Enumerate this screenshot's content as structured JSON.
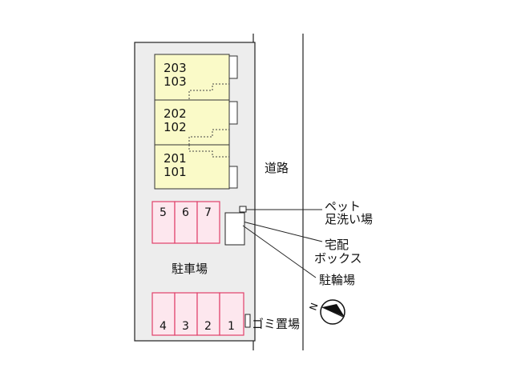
{
  "units": [
    {
      "upper": "203",
      "lower": "103"
    },
    {
      "upper": "202",
      "lower": "102"
    },
    {
      "upper": "201",
      "lower": "101"
    }
  ],
  "parking_top": [
    "5",
    "6",
    "7"
  ],
  "parking_bottom": [
    "4",
    "3",
    "2",
    "1"
  ],
  "labels": {
    "road": "道路",
    "pet_line1": "ペット",
    "pet_line2": "足洗い場",
    "box_line1": "宅配",
    "box_line2": "ボックス",
    "bicycle": "駐輪場",
    "parking": "駐車場",
    "garbage": "ゴミ置場",
    "north": "N"
  },
  "colors": {
    "unit_fill": "#fafac8",
    "parking_fill": "#fde7ee",
    "parking_stroke": "#e0406a",
    "lot_fill": "#ededed"
  }
}
